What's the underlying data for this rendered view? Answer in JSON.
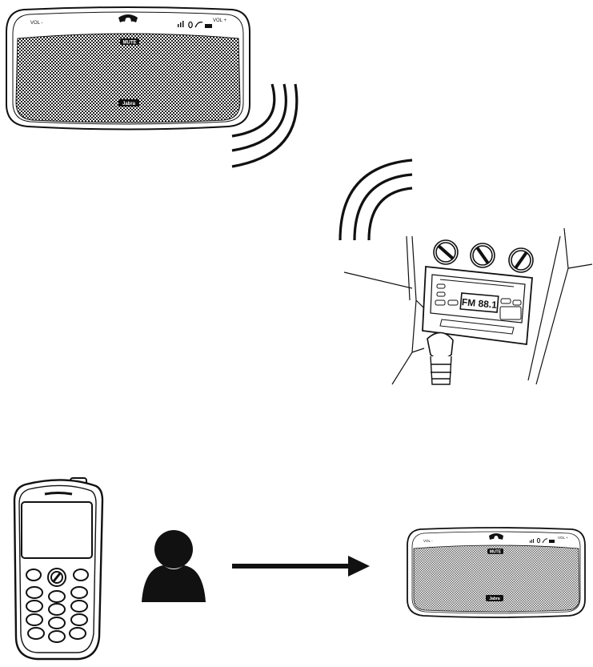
{
  "speaker_top": {
    "vol_minus": "VOL -",
    "vol_plus": "VOL +",
    "mute": "MUTE",
    "brand": "Jabra"
  },
  "car_radio": {
    "display": "FM 88.1"
  },
  "speaker_bottom": {
    "vol_minus": "VOL -",
    "vol_plus": "VOL +",
    "mute": "MUTE",
    "brand": "Jabra"
  },
  "colors": {
    "ink": "#111111",
    "grille_a": "#ffffff",
    "grille_b": "#222222",
    "background": "#ffffff"
  },
  "icons": [
    "phone-handset-icon",
    "bluetooth-icon",
    "battery-icon",
    "signal-icon",
    "person-icon",
    "arrow-right-icon",
    "radio-waves-icon"
  ]
}
